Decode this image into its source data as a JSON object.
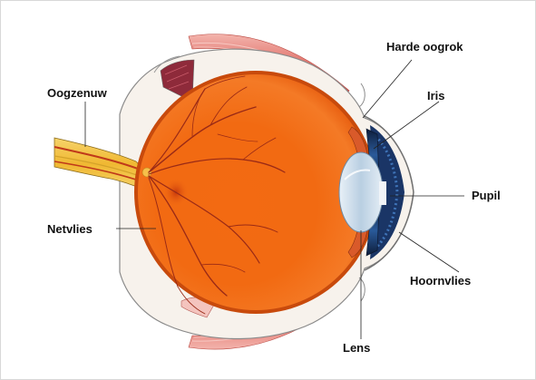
{
  "diagram": {
    "labels": {
      "harde_oogrok": "Harde oogrok",
      "iris": "Iris",
      "oogzenuw": "Oogzenuw",
      "pupil": "Pupil",
      "netvlies": "Netvlies",
      "hoornvlies": "Hoornvlies",
      "lens": "Lens"
    },
    "colors": {
      "eyeball": "#f06a10",
      "eyeball_edge": "#c84a0c",
      "sclera": "#f7f1ea",
      "muscle": "#e07a72",
      "nerve": "#f2c23e",
      "vessel": "#9a2a16",
      "iris": "#1c3c6c",
      "lens": "#c9dceb",
      "leader_line": "#222222",
      "label_text": "#111111"
    }
  }
}
